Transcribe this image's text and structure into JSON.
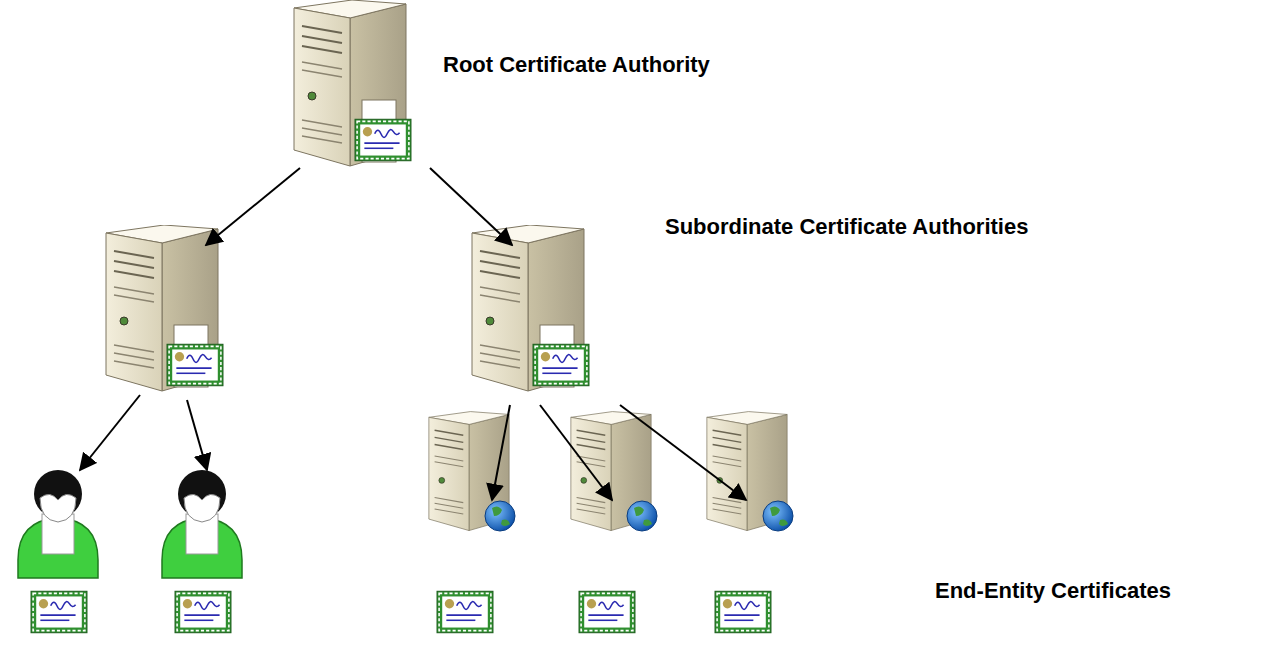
{
  "diagram": {
    "labels": [
      "Root Certificate Authority",
      "Subordinate Certificate Authorities",
      "End-Entity Certificates"
    ]
  }
}
